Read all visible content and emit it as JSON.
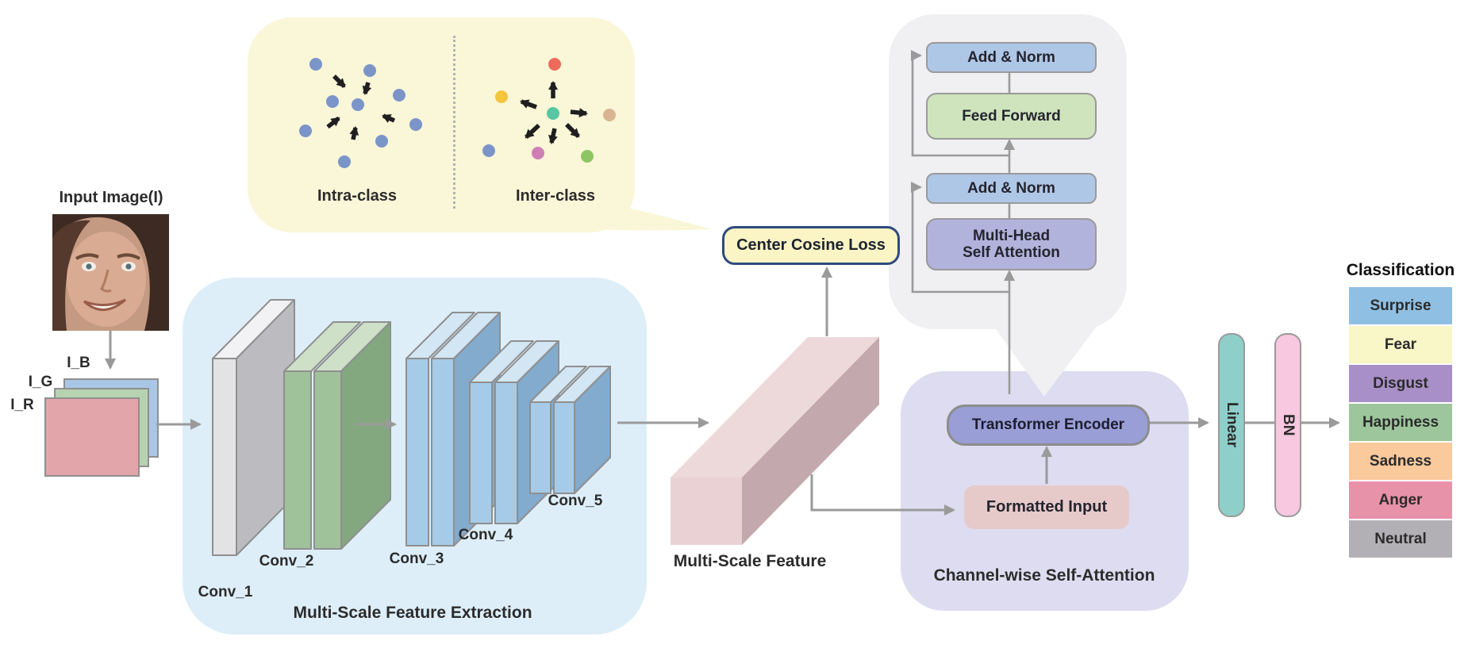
{
  "input": {
    "title": "Input Image(I)",
    "channels": [
      "I_B",
      "I_G",
      "I_R"
    ]
  },
  "extraction": {
    "title": "Multi-Scale Feature Extraction",
    "convs": [
      "Conv_1",
      "Conv_2",
      "Conv_3",
      "Conv_4",
      "Conv_5"
    ]
  },
  "cluster_bubble": {
    "intra_label": "Intra-class",
    "inter_label": "Inter-class"
  },
  "loss_badge": "Center Cosine Loss",
  "multi_scale_feature_label": "Multi-Scale Feature",
  "transformer_bubble": {
    "add_norm_top": "Add & Norm",
    "feed_forward": "Feed Forward",
    "add_norm_bottom": "Add & Norm",
    "mhsa_line1": "Multi-Head",
    "mhsa_line2": "Self Attention"
  },
  "channel_attention": {
    "title": "Channel-wise Self-Attention",
    "encoder": "Transformer Encoder",
    "formatted_input": "Formatted Input"
  },
  "linear_label": "Linear",
  "bn_label": "BN",
  "classification": {
    "title": "Classification",
    "items": [
      "Surprise",
      "Fear",
      "Disgust",
      "Happiness",
      "Sadness",
      "Anger",
      "Neutral"
    ]
  },
  "css_vars": {
    "bubble-yellow": "#faf6d8",
    "bubble-gray": "#f0eff1",
    "panel-blue": "#ddeef9",
    "panel-lavender": "#dedcf0",
    "badge-bg": "#fbf4c4",
    "badge-border": "#2e4a7d",
    "addnorm": "#afc7e7",
    "ff": "#cfe4bd",
    "mhsa": "#b2b3dc",
    "te": "#999ed6",
    "fi": "#e6caca",
    "linear": "#8ecfca",
    "bn": "#f7c8df",
    "sq-b": "#a9c6e6",
    "sq-g": "#b7d2b0",
    "sq-r": "#e2a6aa",
    "slab-gray-f": "#e3e3e5",
    "slab-gray-t": "#f2f2f4",
    "slab-gray-s": "#bcbcc0",
    "slab-green-f": "#a0c29b",
    "slab-green-t": "#cfe0c8",
    "slab-green-s": "#83a87f",
    "slab-blue-f": "#a6cbe8",
    "slab-blue-t": "#d2e6f4",
    "slab-blue-s": "#82abce",
    "box3d-front": "#ead2d4",
    "box3d-top": "#eed9da",
    "box3d-side": "#c3a8ad",
    "intra-dot": "#7b95c9",
    "inter-center": "#57c6a4",
    "inter-red": "#ee6b5b",
    "inter-yellow": "#f2c53d",
    "inter-tan": "#d8b492",
    "inter-blue": "#7b95c9",
    "inter-magenta": "#cf7fb6",
    "inter-green": "#8ec564",
    "class-surprise": "#8fc0e3",
    "class-fear": "#f9f6c7",
    "class-disgust": "#a98fc8",
    "class-happiness": "#9dc69c",
    "class-sadness": "#fac99c",
    "class-anger": "#e792a8",
    "class-neutral": "#b3b0b5"
  }
}
